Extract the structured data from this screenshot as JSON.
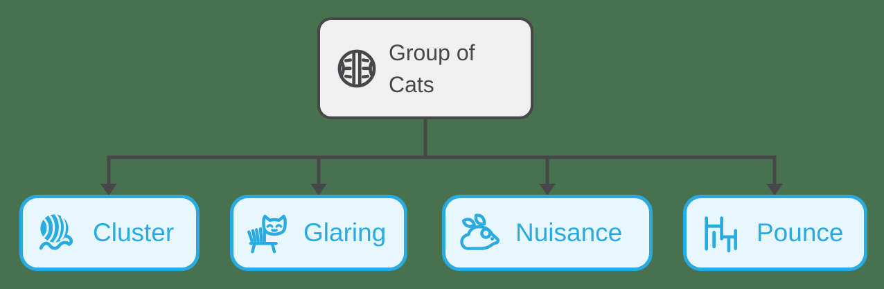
{
  "diagram": {
    "background_color": "#48714F",
    "root": {
      "label": "Group of Cats",
      "icon": "toy-ball-icon"
    },
    "children": [
      {
        "label": "Cluster",
        "icon": "yarn-ball-icon"
      },
      {
        "label": "Glaring",
        "icon": "cat-and-brush-icon"
      },
      {
        "label": "Nuisance",
        "icon": "mouse-with-leaves-icon"
      },
      {
        "label": "Pounce",
        "icon": "toy-bars-icon"
      }
    ],
    "colors": {
      "root_fill": "#F0F0F0",
      "root_border": "#47474A",
      "root_text": "#47474A",
      "child_fill": "#E8F7FD",
      "child_border": "#29ABE2",
      "child_text": "#29ABE2",
      "connector_line": "#47474A"
    }
  }
}
